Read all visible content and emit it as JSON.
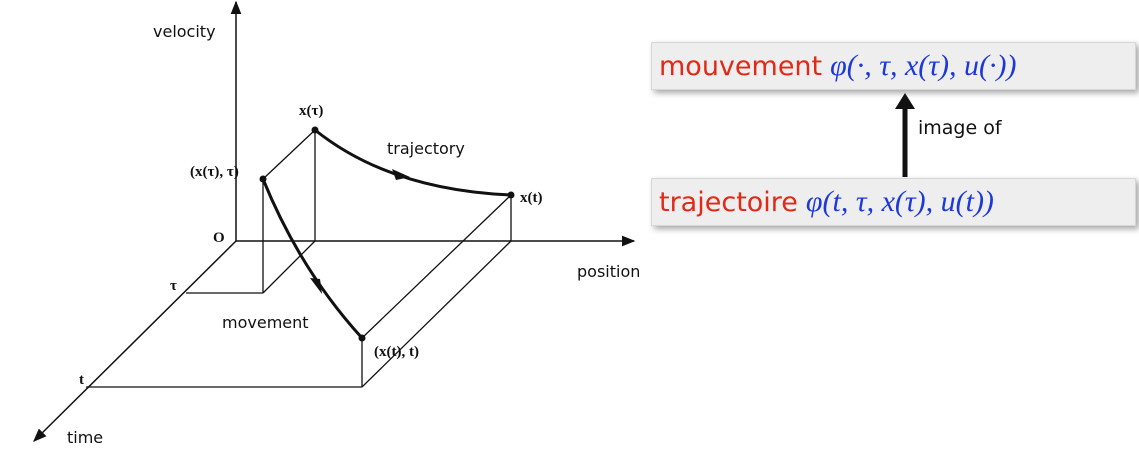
{
  "axes": {
    "velocity": "velocity",
    "position": "position",
    "time": "time",
    "origin": "O",
    "tau": "τ",
    "t": "t"
  },
  "points": {
    "x_tau": "x(τ)",
    "x_tau_tau": "(x(τ), τ)",
    "x_t": "x(t)",
    "x_t_t": "(x(t), t)"
  },
  "curves": {
    "trajectory": "trajectory",
    "movement": "movement"
  },
  "boxes": {
    "top_keyword": "mouvement",
    "top_formula": "φ(·, τ, x(τ), u(·))",
    "bottom_keyword": "trajectoire",
    "bottom_formula": "φ(t, τ, x(τ), u(t))",
    "arrow_label": "image of"
  },
  "colors": {
    "keyword": "#e02a17",
    "formula": "#1c39d8",
    "line": "#111111",
    "box_fill": "#eeeeee"
  }
}
